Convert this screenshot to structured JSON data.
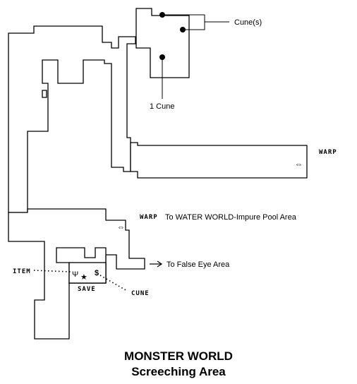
{
  "map": {
    "title_line1": "MONSTER WORLD",
    "title_line2": "Screeching Area"
  },
  "labels": {
    "cunes": "Cune(s)",
    "one_cune": "1 Cune",
    "warp_east": "WARP",
    "warp_water_prefix": "WARP",
    "warp_water_text": "To WATER WORLD-Impure Pool Area",
    "false_eye": "To False Eye Area",
    "item": "ITEM",
    "save": "SAVE",
    "cune": "CUNE"
  },
  "symbols": {
    "warp_arrow": "⇔",
    "exit_arrow": "→",
    "item_symbol": "Ψ",
    "save_symbol": "★",
    "cune_symbol": "$"
  }
}
